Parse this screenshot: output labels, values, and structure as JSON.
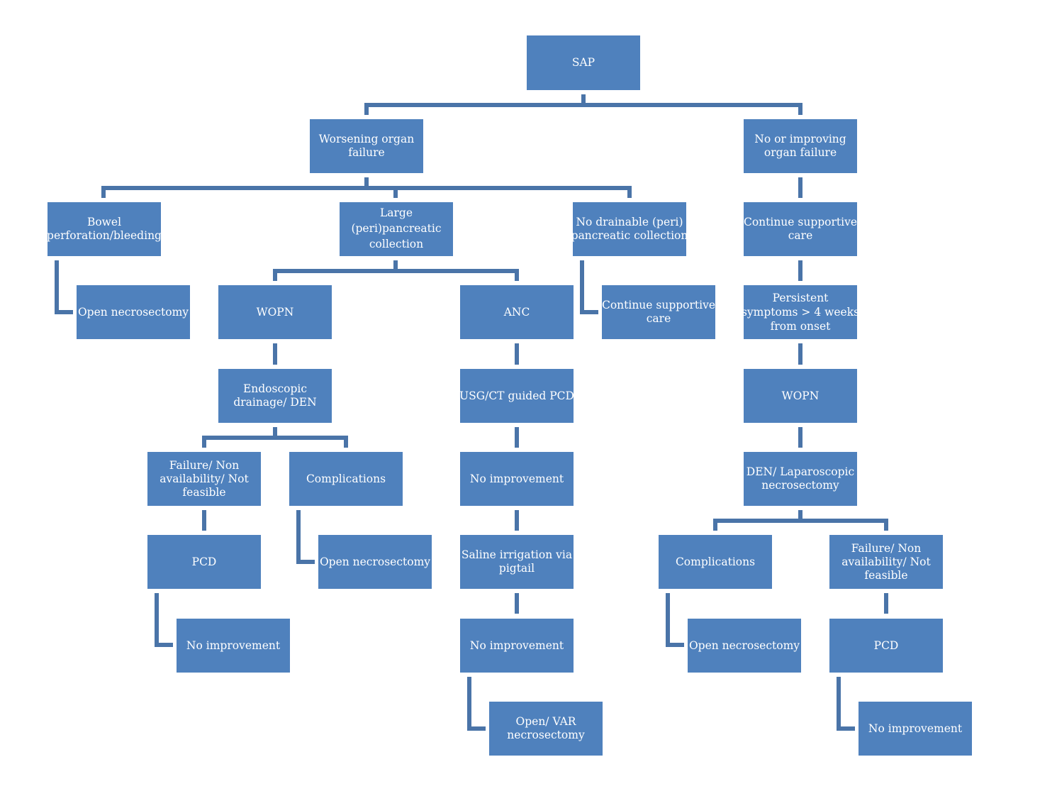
{
  "nodes": {
    "sap": "SAP",
    "worsening": "Worsening organ\nfailure",
    "improving": "No or improving\norgan failure",
    "bowel": "Bowel\nperforation/bleeding",
    "large": "Large\n(peri)pancreatic\ncollection",
    "no_drainable": "No drainable (peri)\npancreatic collection",
    "continue_care_right": "Continue supportive\ncare",
    "open_necro_bowel": "Open necrosectomy",
    "wopn_left": "WOPN",
    "anc": "ANC",
    "continue_care_mid": "Continue supportive\ncare",
    "persistent": "Persistent\nsymptoms > 4 weeks\nfrom onset",
    "endoscopic": "Endoscopic\ndrainage/ DEN",
    "usg": "USG/CT guided PCD",
    "wopn_right": "WOPN",
    "failure_left": "Failure/ Non\navailability/ Not\nfeasible",
    "complications_left": "Complications",
    "no_improvement_anc": "No improvement",
    "den_lap": "DEN/ Laparoscopic\nnecrosectomy",
    "pcd_left": "PCD",
    "open_necro_comp_left": "Open necrosectomy",
    "saline": "Saline irrigation via\npigtail",
    "complications_right": "Complications",
    "failure_right": "Failure/ Non\navailability/ Not\nfeasible",
    "no_improvement_pcd_left": "No improvement",
    "no_improvement_saline": "No improvement",
    "open_necro_comp_right": "Open necrosectomy",
    "pcd_right": "PCD",
    "open_var": "Open/ VAR\nnecrosectomy",
    "no_improvement_pcd_right": "No improvement"
  },
  "colors": {
    "box_fill": "#4f81bd",
    "connector": "#4a74a8",
    "text": "#ffffff",
    "background": "#ffffff"
  }
}
